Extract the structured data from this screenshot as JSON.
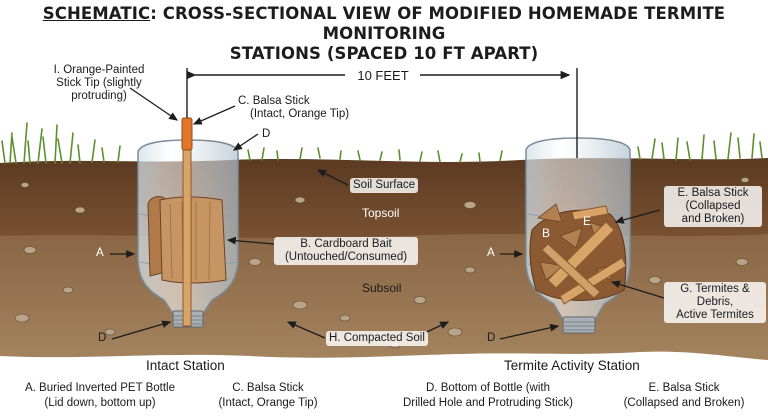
{
  "title": {
    "prefix": "SCHEMATIC",
    "line1": ": CROSS-SECTIONAL VIEW OF MODIFIED HOMEMADE TERMITE MONITORING",
    "line2": "STATIONS (SPACED 10 FT APART)"
  },
  "spacing_label": "10 FEET",
  "labels": {
    "orange_tip": [
      "I. Orange-Painted",
      "Stick Tip (slightly",
      "protruding)"
    ],
    "balsa_intact": [
      "C. Balsa Stick",
      "(Intact, Orange Tip)"
    ],
    "d_top": "D",
    "soil_surface": "Soil Surface",
    "topsoil": "Topsoil",
    "cardboard": [
      "B. Cardboard Bait",
      "(Untouched/Consumed)"
    ],
    "subsoil": "Subsoil",
    "compacted": "H. Compacted Soil",
    "a_left": "A",
    "d_left": "D",
    "a_right": "A",
    "d_right": "D",
    "balsa_broken": [
      "E. Balsa Stick",
      "(Collapsed",
      "and Broken)"
    ],
    "termites": [
      "G. Termites &",
      "Debris,",
      "Active Termites"
    ],
    "inner_b": "B",
    "inner_e": "E"
  },
  "stations": {
    "left": "Intact Station",
    "right": "Termite Activity Station"
  },
  "legend": [
    {
      "line1": "A. Buried Inverted PET Bottle",
      "line2": "(Lid down, bottom up)"
    },
    {
      "line1": "C. Balsa Stick",
      "line2": "(Intact, Orange Tip)"
    },
    {
      "line1": "D. Bottom of Bottle (with",
      "line2": "Drilled Hole and Protruding Stick)"
    },
    {
      "line1": "E. Balsa Stick",
      "line2": "(Collapsed and Broken)"
    }
  ],
  "colors": {
    "topsoil": "#6b4326",
    "subsoil": "#8b6a48",
    "grass": "#5d8f2f",
    "orange_tip": "#e0762a",
    "balsa": "#d9a468",
    "cardboard": "#c79463",
    "bottle_cap": "#a9b0b6"
  }
}
